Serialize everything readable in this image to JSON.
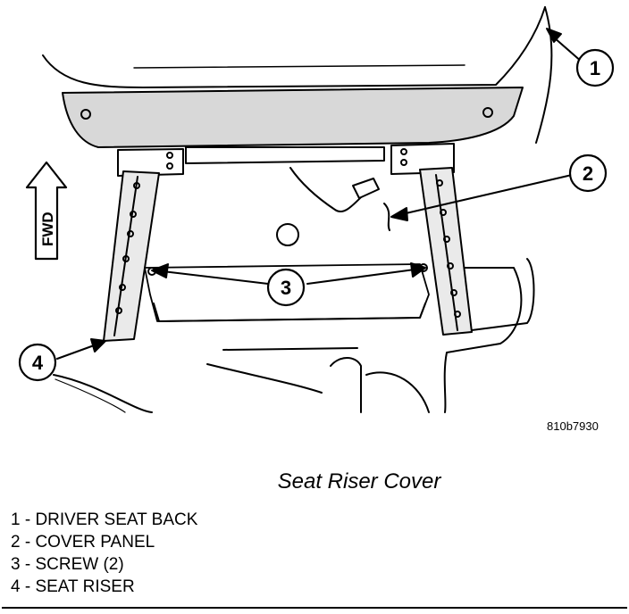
{
  "figure": {
    "code": "810b7930",
    "fwd_label": "FWD",
    "callouts": [
      {
        "number": "1"
      },
      {
        "number": "2"
      },
      {
        "number": "3"
      },
      {
        "number": "4"
      }
    ]
  },
  "caption": "Seat Riser Cover",
  "legend": [
    "1 - DRIVER SEAT BACK",
    "2 - COVER PANEL",
    "3 - SCREW (2)",
    "4 - SEAT RISER"
  ]
}
